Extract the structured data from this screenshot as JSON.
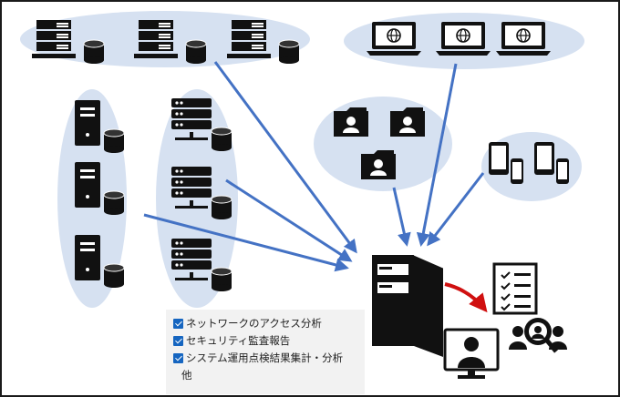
{
  "checklist": {
    "items": [
      {
        "label": "ネットワークのアクセス分析"
      },
      {
        "label": "セキュリティ監査報告"
      },
      {
        "label": "システム運用点検結果集計・分析"
      }
    ],
    "note": "他"
  },
  "colors": {
    "arrow": "#4472c4",
    "group_fill": "#d6e1f1",
    "red_arrow": "#d01010",
    "frame": "#1a1a1a"
  },
  "icons": {
    "rack_servers": "rack-server-with-database-icon",
    "laptops": "laptop-globe-icon",
    "towers": "tower-server-with-database-icon",
    "blades": "blade-server-with-database-icon",
    "folders": "user-folder-icon",
    "mobiles": "tablet-phone-icon",
    "central": "central-server-icon",
    "report": "checklist-report-icon",
    "operator": "monitor-user-icon",
    "analysis": "user-search-icon"
  }
}
